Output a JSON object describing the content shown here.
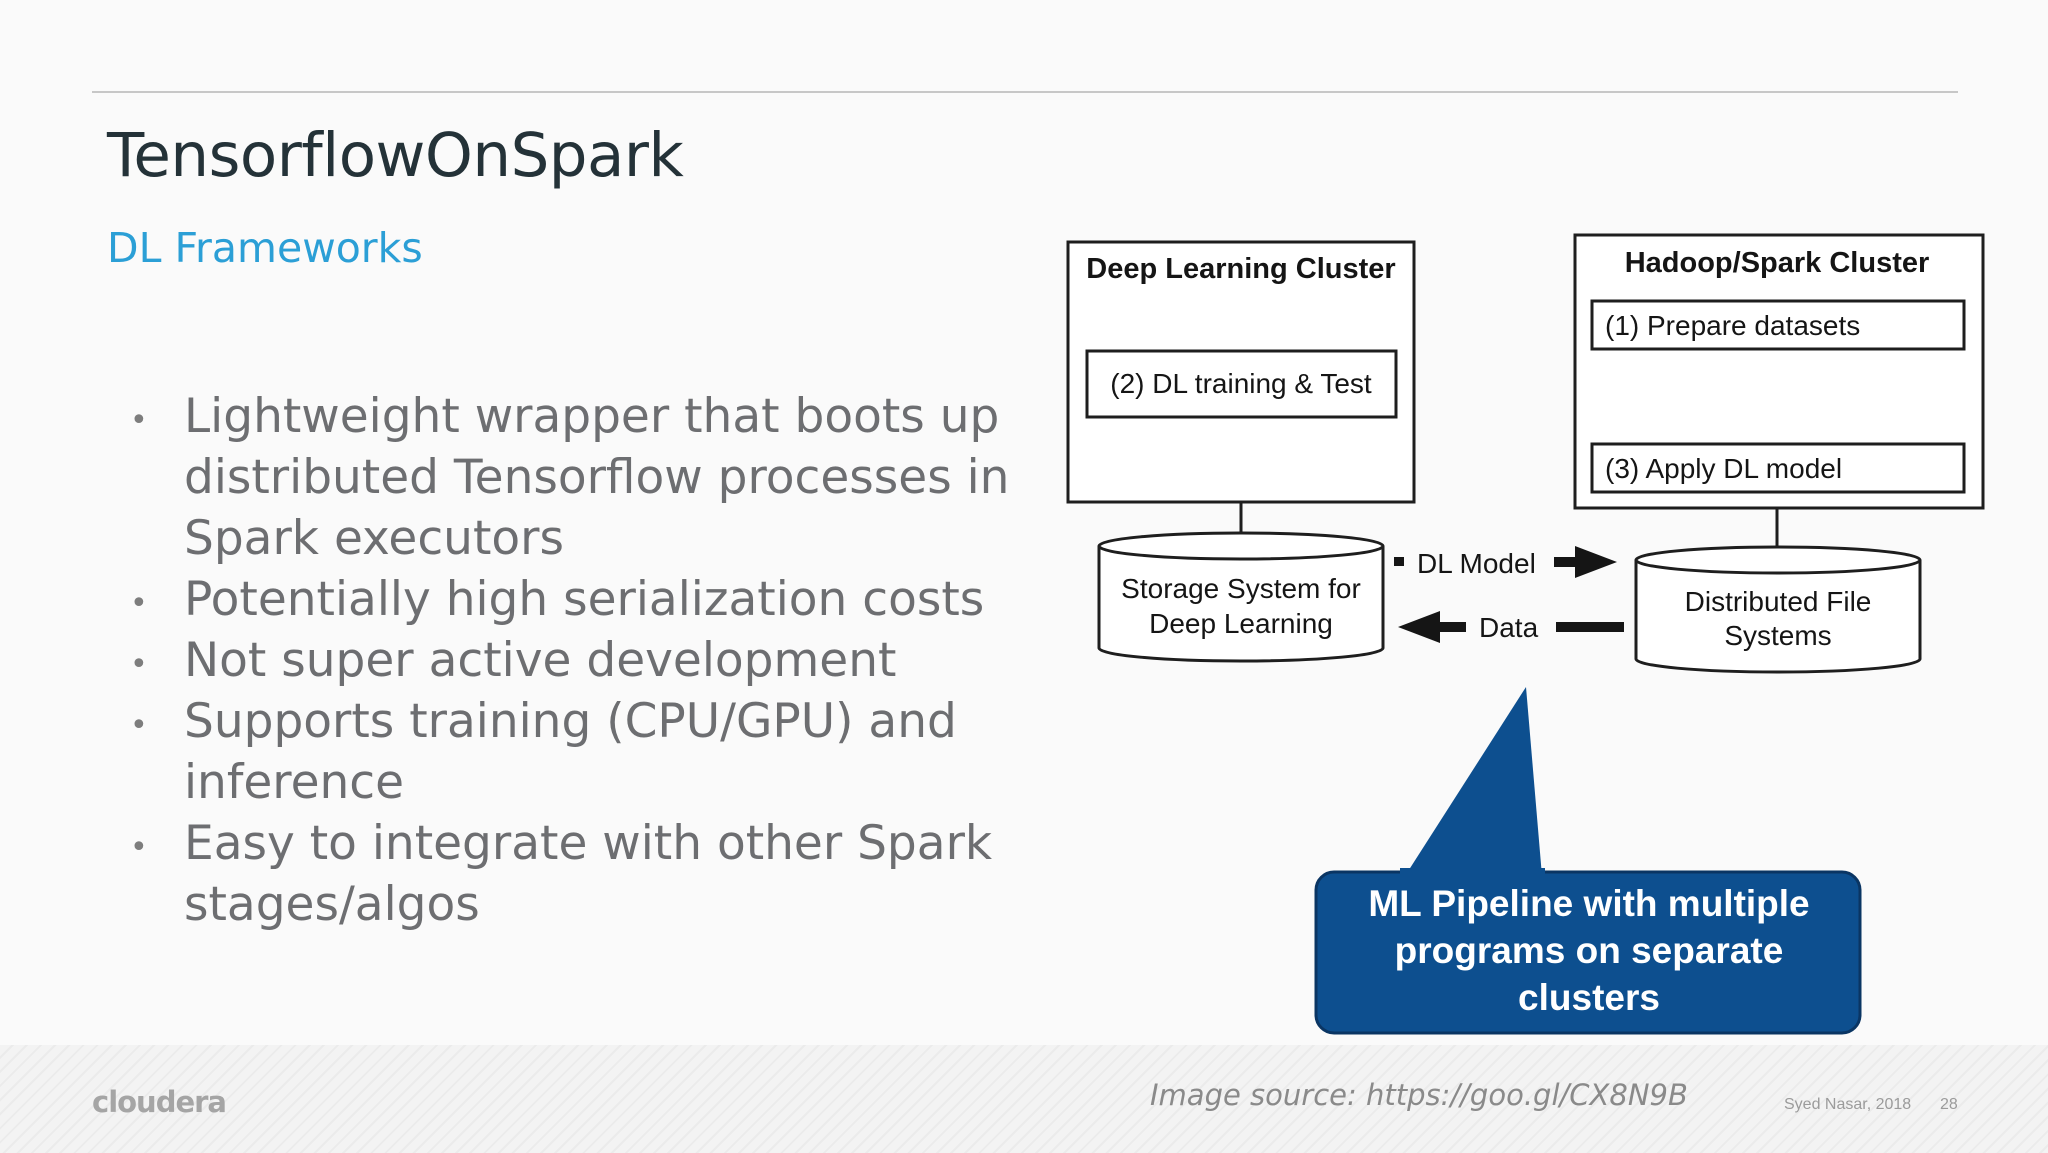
{
  "slide": {
    "title": "TensorflowOnSpark",
    "subtitle": "DL Frameworks",
    "bullets": [
      "Lightweight wrapper that boots up distributed Tensorflow processes in Spark executors",
      "Potentially high serialization costs",
      "Not super active development",
      "Supports training (CPU/GPU) and inference",
      "Easy to integrate with other Spark stages/algos"
    ]
  },
  "diagram": {
    "dl_cluster": {
      "label": "Deep Learning Cluster",
      "step": "(2) DL training & Test"
    },
    "hadoop_cluster": {
      "label": "Hadoop/Spark Cluster",
      "step1": "(1) Prepare datasets",
      "step3": "(3) Apply DL model"
    },
    "storage_left": {
      "line1": "Storage System for",
      "line2": "Deep Learning"
    },
    "storage_right": {
      "line1": "Distributed File",
      "line2": "Systems"
    },
    "arrow_dl_model": "DL Model",
    "arrow_data": "Data"
  },
  "callout": {
    "text": "ML Pipeline with multiple programs on separate clusters",
    "color": "#0d4f8f"
  },
  "footer": {
    "logo": "cloudera",
    "image_source": "Image source: https://goo.gl/CX8N9B",
    "author": "Syed Nasar, 2018",
    "page": "28"
  }
}
